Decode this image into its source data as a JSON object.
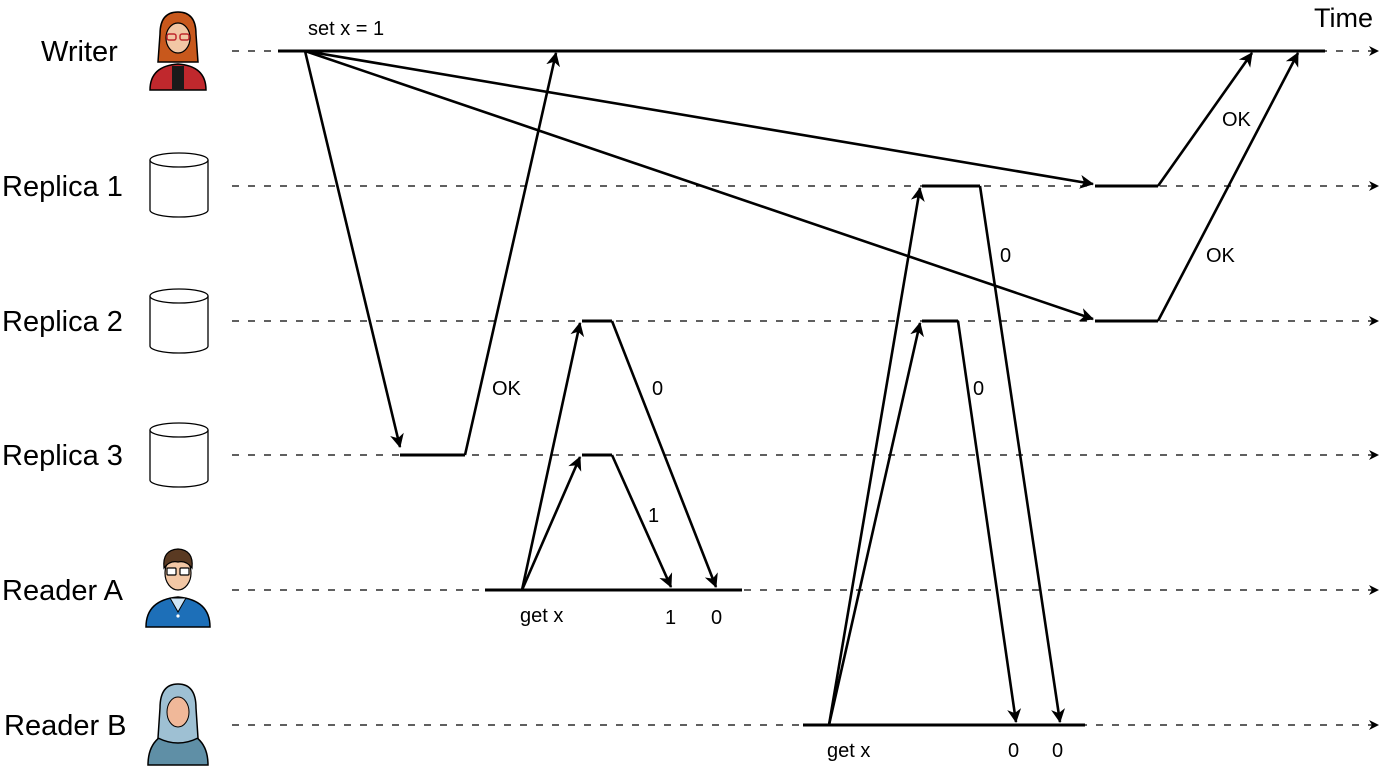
{
  "time_label": "Time",
  "participants": [
    {
      "name": "Writer",
      "icon": "writer-woman-icon"
    },
    {
      "name": "Replica 1",
      "icon": "database-cylinder-icon"
    },
    {
      "name": "Replica 2",
      "icon": "database-cylinder-icon"
    },
    {
      "name": "Replica 3",
      "icon": "database-cylinder-icon"
    },
    {
      "name": "Reader A",
      "icon": "reader-man-icon"
    },
    {
      "name": "Reader B",
      "icon": "reader-woman-hijab-icon"
    }
  ],
  "writer": {
    "op": "set x = 1",
    "acks": [
      "OK",
      "OK",
      "OK"
    ]
  },
  "reader_a": {
    "op": "get x",
    "responses": [
      "1",
      "0"
    ],
    "replies": [
      "0",
      "1"
    ]
  },
  "reader_b": {
    "op": "get x",
    "responses": [
      "0",
      "0"
    ],
    "replies": [
      "0",
      "0"
    ]
  }
}
